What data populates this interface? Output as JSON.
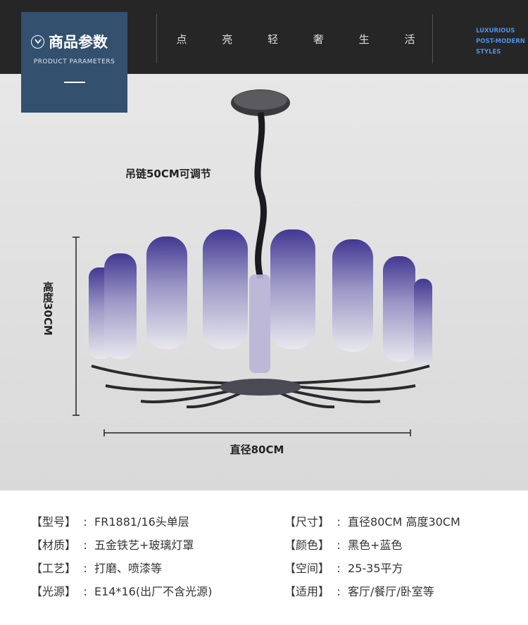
{
  "header": {
    "badge_title": "商品参数",
    "badge_subtitle": "PRODUCT PARAMETERS",
    "slogan": [
      "点",
      "亮",
      "轻",
      "奢",
      "生",
      "活"
    ],
    "english": [
      "LUXURIOUS",
      "POST-MODERN",
      "STYLES"
    ]
  },
  "diagram": {
    "chain_label": "吊链50CM可调节",
    "height_label": "高度30CM",
    "diameter_label": "直径80CM"
  },
  "specs": [
    {
      "key": "【型号】",
      "sep": ":",
      "value": "FR1881/16头单层"
    },
    {
      "key": "【尺寸】",
      "sep": ":",
      "value": "直径80CM 高度30CM"
    },
    {
      "key": "【材质】",
      "sep": ":",
      "value": "五金铁艺+玻璃灯罩"
    },
    {
      "key": "【颜色】",
      "sep": ":",
      "value": "黑色+蓝色"
    },
    {
      "key": "【工艺】",
      "sep": ":",
      "value": "打磨、喷漆等"
    },
    {
      "key": "【空间】",
      "sep": ":",
      "value": "25-35平方"
    },
    {
      "key": "【光源】",
      "sep": ":",
      "value": "E14*16(出厂不含光源)"
    },
    {
      "key": "【适用】",
      "sep": ":",
      "value": "客厅/餐厅/卧室等"
    }
  ],
  "colors": {
    "badge": "#33506f",
    "topbar": "#262626",
    "accent_text": "#4b93e8",
    "shade_top": "#4a3f9a"
  }
}
